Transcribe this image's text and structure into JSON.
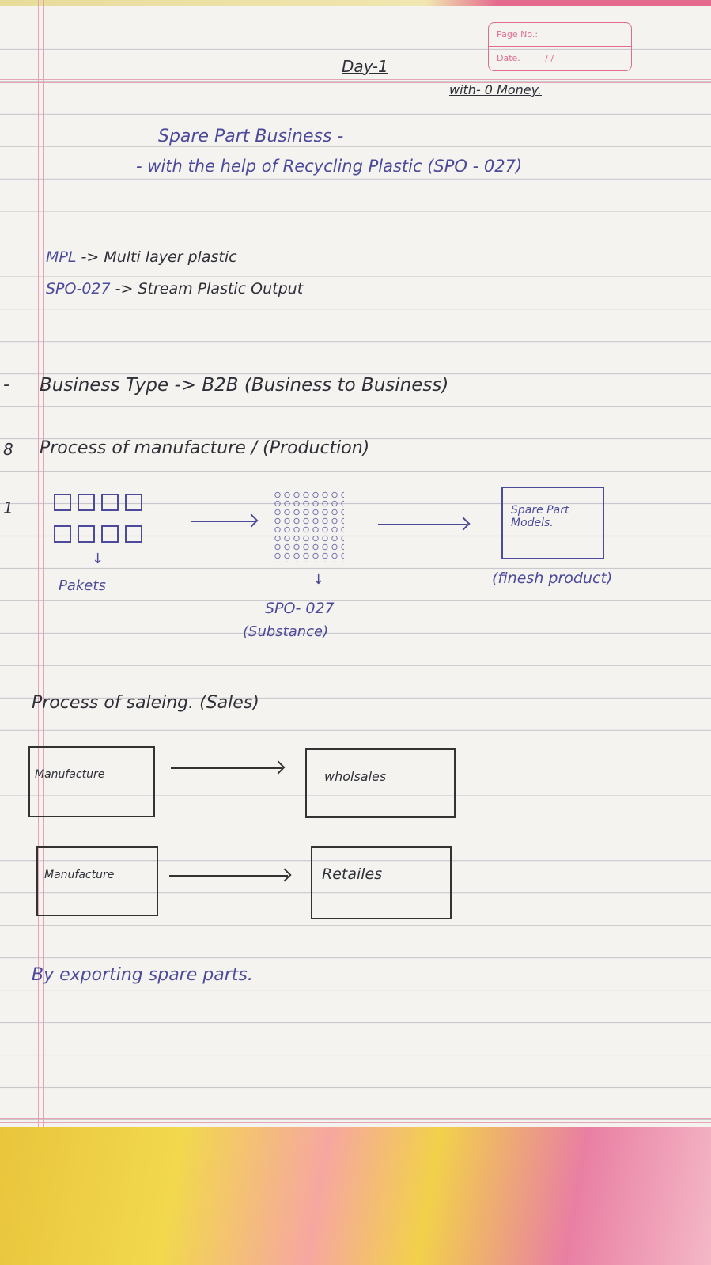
{
  "header": {
    "page_no_label": "Page No.:",
    "date_label": "Date.",
    "date_value": "/ /",
    "day": "Day-1",
    "subtitle": "with- 0 Money."
  },
  "title": {
    "line1": "Spare Part Business -",
    "line2": "- with the help of Recycling Plastic (SPO - 027)"
  },
  "definitions": [
    {
      "term": "MPL",
      "arrow": "->",
      "meaning": "Multi layer plastic"
    },
    {
      "term": "SPO-027",
      "arrow": "->",
      "meaning": "Stream Plastic Output"
    }
  ],
  "business_type": {
    "marker": "-",
    "text": "Business Type -> B2B (Business to Business)"
  },
  "process_heading": {
    "marker": "8",
    "text": "Process of manufacture / (Production)"
  },
  "process_flow": {
    "step_number": "1",
    "packets_label": "Pakets",
    "down_arrow": "↓",
    "substance_name": "SPO- 027",
    "substance_label": "(Substance)",
    "product_box": "Spare Part Models.",
    "product_label": "(finesh product)"
  },
  "sales_heading": "Process of saleing. (Sales)",
  "sales_flows": [
    {
      "from": "Manufacture",
      "to": "wholsales"
    },
    {
      "from": "Manufacture",
      "to": "Retailes"
    }
  ],
  "closing": "By exporting spare parts."
}
